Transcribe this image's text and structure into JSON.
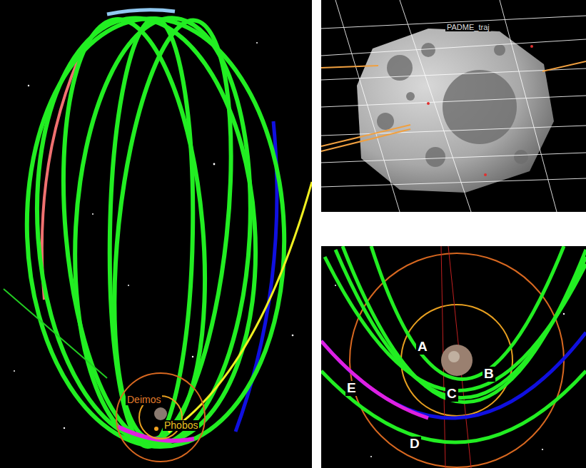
{
  "diagram": {
    "labels": [
      "Deimos",
      "Phobos",
      "PADME_traj",
      "A",
      "B",
      "C",
      "D",
      "E"
    ]
  }
}
